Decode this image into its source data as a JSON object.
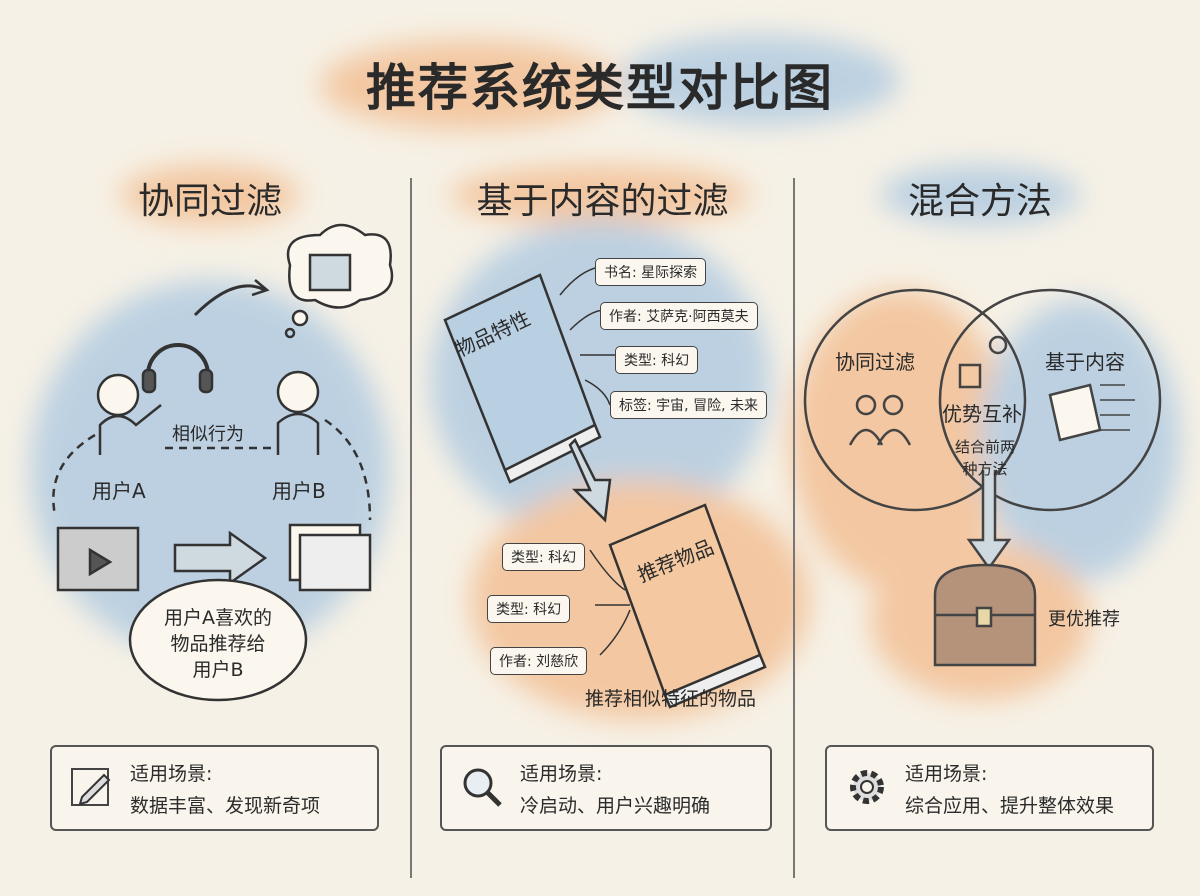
{
  "title": "推荐系统类型对比图",
  "columns": [
    {
      "heading": "协同过滤",
      "labels": {
        "similar": "相似行为",
        "user_a": "用户A",
        "user_b": "用户B",
        "bubble": [
          "用户A喜欢的",
          "物品推荐给",
          "用户B"
        ]
      },
      "scenario_title": "适用场景:",
      "scenario_text": "数据丰富、发现新奇项",
      "icon": "pencil-icon"
    },
    {
      "heading": "基于内容的过滤",
      "book_title": "物品特性",
      "tags": [
        "书名: 星际探索",
        "作者: 艾萨克·阿西莫夫",
        "类型: 科幻",
        "标签: 宇宙, 冒险, 未来"
      ],
      "rec_book_title": "推荐物品",
      "rec_tags": [
        "类型: 科幻",
        "类型: 科幻",
        "作者: 刘慈欣"
      ],
      "caption": "推荐相似特征的物品",
      "scenario_title": "适用场景:",
      "scenario_text": "冷启动、用户兴趣明确",
      "icon": "magnifier-icon"
    },
    {
      "heading": "混合方法",
      "left_circle": "协同过滤",
      "right_circle": "基于内容",
      "center": "优势互补",
      "center_sub": [
        "结合前两",
        "种方法"
      ],
      "result": "更优推荐",
      "scenario_title": "适用场景:",
      "scenario_text": "综合应用、提升整体效果",
      "icon": "gear-icon"
    }
  ],
  "colors": {
    "blue_wash": "#a9c6e0",
    "orange_wash": "#f2b98a",
    "paper": "#f6f1e6",
    "ink": "#2b2b2b"
  }
}
